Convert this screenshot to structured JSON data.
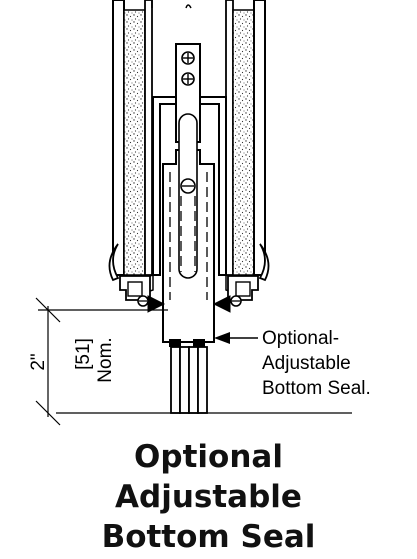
{
  "dimension": {
    "imperial": "2\"",
    "metric": "[51]",
    "note": "Nom."
  },
  "callout": {
    "lines": [
      "Optional-",
      "Adjustable",
      "Bottom Seal."
    ]
  },
  "caption": {
    "lines": [
      "Optional",
      "Adjustable",
      "Bottom Seal"
    ]
  }
}
